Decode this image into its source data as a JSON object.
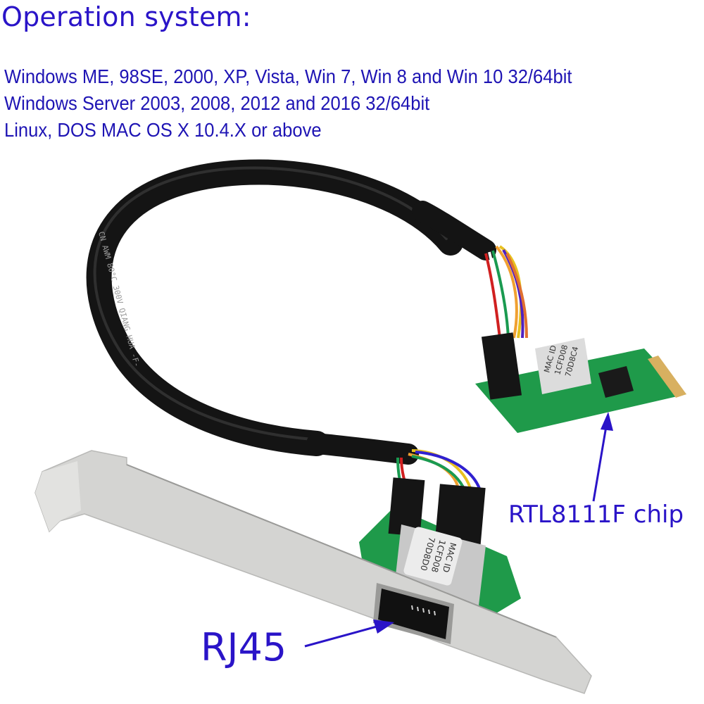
{
  "heading": "Operation system:",
  "os_support": [
    "Windows ME, 98SE, 2000, XP, Vista, Win 7, Win 8 and Win 10 32/64bit",
    "Windows Server 2003, 2008, 2012 and 2016 32/64bit",
    "Linux, DOS MAC OS X 10.4.X or above"
  ],
  "callouts": {
    "chip": "RTL8111F chip",
    "port": "RJ45"
  },
  "product": {
    "cable_print": "CN AWM 80°C 300V QIANG HUA -F-",
    "m2_card_label": [
      "MAC ID",
      "1CFD08",
      "70D8C4"
    ],
    "bracket_card_label": [
      "MAC ID",
      "1CFD08",
      "70D8D0"
    ]
  },
  "colors": {
    "text_blue": "#2a14c8",
    "pcb_green": "#1f9a4a",
    "cable_black": "#141414",
    "bracket_silver": "#d2d2d0"
  }
}
